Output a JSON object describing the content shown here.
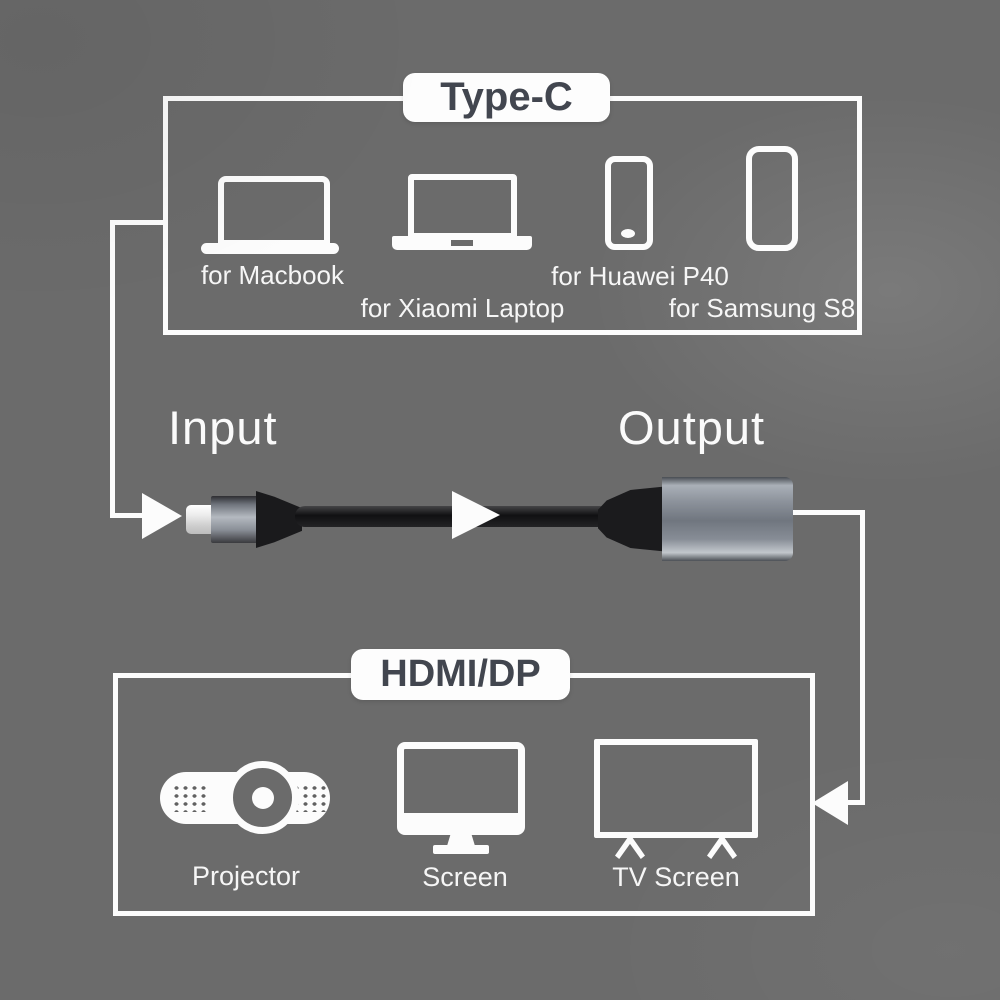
{
  "title": "Type-C to HDMI/DP adapter compatibility diagram",
  "colors": {
    "background": "#6b6b6b",
    "line_white": "#fcfcfc",
    "pill_background": "#fdfdfd",
    "pill_text": "#42464f",
    "label_text": "#f6f6f6",
    "cable_black": "#1a1a1c",
    "connector_metal": "#8e949d"
  },
  "top_box": {
    "label": "Type-C",
    "devices": [
      {
        "icon": "macbook-laptop-icon",
        "label": "for Macbook"
      },
      {
        "icon": "xiaomi-laptop-icon",
        "label": "for Xiaomi Laptop"
      },
      {
        "icon": "huawei-phone-icon",
        "label": "for Huawei P40"
      },
      {
        "icon": "samsung-phone-icon",
        "label": "for Samsung S8"
      }
    ]
  },
  "adapter": {
    "input_label": "Input",
    "output_label": "Output",
    "input_connector": "usb-c-plug",
    "output_connector": "hdmi-dp-female-socket"
  },
  "bottom_box": {
    "label": "HDMI/DP",
    "devices": [
      {
        "icon": "projector-icon",
        "label": "Projector"
      },
      {
        "icon": "monitor-icon",
        "label": "Screen"
      },
      {
        "icon": "tv-icon",
        "label": "TV Screen"
      }
    ]
  }
}
